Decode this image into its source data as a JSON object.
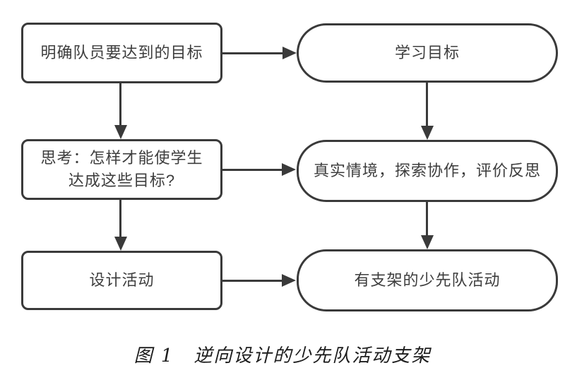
{
  "theme": {
    "line_color": "#3a3a3a",
    "text_color": "#3d3d3d",
    "background": "#ffffff"
  },
  "diagram": {
    "left_boxes": [
      {
        "name": "clarify-goals",
        "lines": [
          "明确队员要达到的目标"
        ]
      },
      {
        "name": "think-how",
        "lines": [
          "思考：怎样才能使学生",
          "达成这些目标?"
        ]
      },
      {
        "name": "design-activity",
        "lines": [
          "设计活动"
        ]
      }
    ],
    "right_boxes": [
      {
        "name": "learning-goals",
        "lines": [
          "学习目标"
        ]
      },
      {
        "name": "situations-reflection",
        "lines": [
          "真实情境，探索协作，评价反思"
        ]
      },
      {
        "name": "scaffolded-activity",
        "lines": [
          "有支架的少先队活动"
        ]
      }
    ],
    "caption": "图 1　逆向设计的少先队活动支架"
  }
}
